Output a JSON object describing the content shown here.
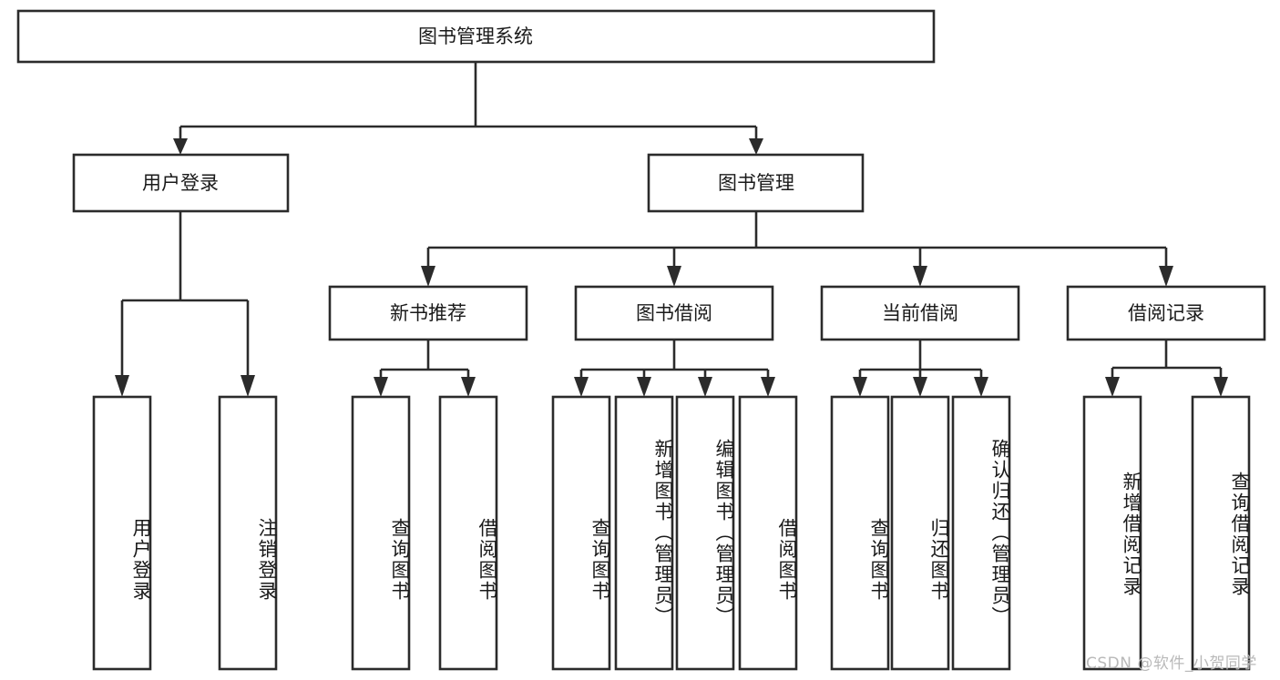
{
  "diagram": {
    "type": "tree-hierarchy",
    "title_node": {
      "id": "root",
      "label": "图书管理系统"
    },
    "level2": [
      {
        "id": "user-login",
        "label": "用户登录"
      },
      {
        "id": "book-manage",
        "label": "图书管理"
      }
    ],
    "level3": [
      {
        "id": "new-book-rec",
        "label": "新书推荐",
        "parent": "book-manage"
      },
      {
        "id": "book-borrow",
        "label": "图书借阅",
        "parent": "book-manage"
      },
      {
        "id": "current-borrow",
        "label": "当前借阅",
        "parent": "book-manage"
      },
      {
        "id": "borrow-record",
        "label": "借阅记录",
        "parent": "book-manage"
      }
    ],
    "leaves": [
      {
        "id": "leaf-user-login",
        "label": "用户登录",
        "parent": "user-login"
      },
      {
        "id": "leaf-logout",
        "label": "注销登录",
        "parent": "user-login"
      },
      {
        "id": "leaf-query-book-1",
        "label": "查询图书",
        "parent": "new-book-rec"
      },
      {
        "id": "leaf-borrow-book-1",
        "label": "借阅图书",
        "parent": "new-book-rec"
      },
      {
        "id": "leaf-query-book-2",
        "label": "查询图书",
        "parent": "book-borrow"
      },
      {
        "id": "leaf-add-book",
        "label": "新增图书（管理员）",
        "parent": "book-borrow"
      },
      {
        "id": "leaf-edit-book",
        "label": "编辑图书（管理员）",
        "parent": "book-borrow"
      },
      {
        "id": "leaf-borrow-book-2",
        "label": "借阅图书",
        "parent": "book-borrow"
      },
      {
        "id": "leaf-query-book-3",
        "label": "查询图书",
        "parent": "current-borrow"
      },
      {
        "id": "leaf-return-book",
        "label": "归还图书",
        "parent": "current-borrow"
      },
      {
        "id": "leaf-confirm-return",
        "label": "确认归还（管理员）",
        "parent": "current-borrow"
      },
      {
        "id": "leaf-add-record",
        "label": "新增借阅记录",
        "parent": "borrow-record"
      },
      {
        "id": "leaf-query-record",
        "label": "查询借阅记录",
        "parent": "borrow-record"
      }
    ],
    "colors": {
      "stroke": "#2b2b2b",
      "fill": "#ffffff",
      "text": "#1a1a1a",
      "watermark": "#b9b9b9",
      "background": "#ffffff"
    }
  },
  "watermark": {
    "text": "CSDN @软件_小贺同学"
  }
}
